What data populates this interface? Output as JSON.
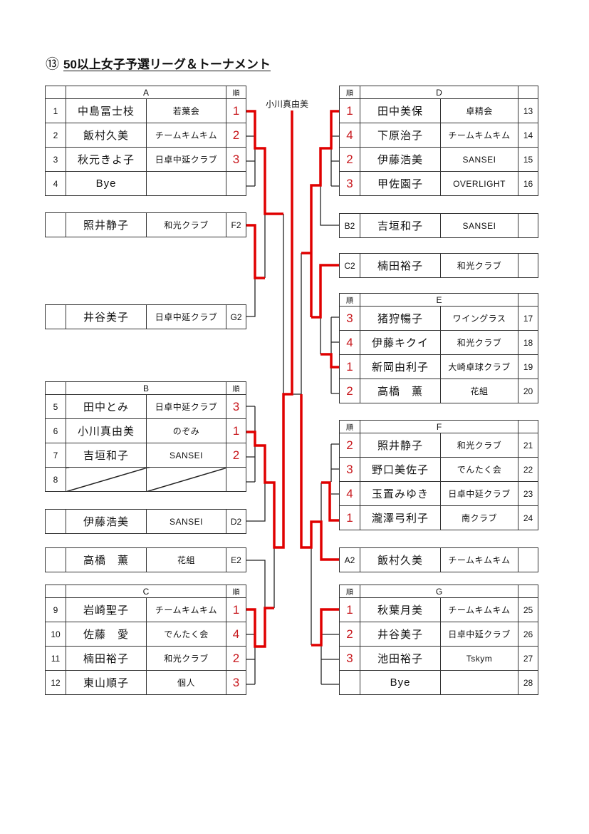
{
  "title": {
    "circle": "⑬",
    "text": "50以上女子予選リーグ＆トーナメント"
  },
  "winner_label": "小川真由美",
  "rank_header": "順",
  "colors": {
    "winner_line": "#e00000",
    "rank_text": "#c8191e",
    "line": "#222222"
  },
  "groups": [
    {
      "id": "A",
      "side": "left",
      "rows": [
        {
          "no": "1",
          "name": "中島冨士枝",
          "club": "若葉会",
          "rank": "1"
        },
        {
          "no": "2",
          "name": "飯村久美",
          "club": "チームキムキム",
          "rank": "2"
        },
        {
          "no": "3",
          "name": "秋元きよ子",
          "club": "日卓中延クラブ",
          "rank": "3"
        },
        {
          "no": "4",
          "name": "Bye",
          "club": "",
          "rank": ""
        }
      ]
    },
    {
      "id": "B",
      "side": "left",
      "rows": [
        {
          "no": "5",
          "name": "田中とみ",
          "club": "日卓中延クラブ",
          "rank": "3"
        },
        {
          "no": "6",
          "name": "小川真由美",
          "club": "のぞみ",
          "rank": "1"
        },
        {
          "no": "7",
          "name": "吉垣和子",
          "club": "SANSEI",
          "rank": "2"
        },
        {
          "no": "8",
          "name": "",
          "club": "",
          "rank": "",
          "slashed": true
        }
      ]
    },
    {
      "id": "C",
      "side": "left",
      "rows": [
        {
          "no": "9",
          "name": "岩崎聖子",
          "club": "チームキムキム",
          "rank": "1"
        },
        {
          "no": "10",
          "name": "佐藤　愛",
          "club": "でんたく会",
          "rank": "4"
        },
        {
          "no": "11",
          "name": "楠田裕子",
          "club": "和光クラブ",
          "rank": "2"
        },
        {
          "no": "12",
          "name": "東山順子",
          "club": "個人",
          "rank": "3"
        }
      ]
    },
    {
      "id": "D",
      "side": "right",
      "rows": [
        {
          "no": "13",
          "name": "田中美保",
          "club": "卓精会",
          "rank": "1"
        },
        {
          "no": "14",
          "name": "下原治子",
          "club": "チームキムキム",
          "rank": "4"
        },
        {
          "no": "15",
          "name": "伊藤浩美",
          "club": "SANSEI",
          "rank": "2"
        },
        {
          "no": "16",
          "name": "甲佐園子",
          "club": "OVERLIGHT",
          "rank": "3"
        }
      ]
    },
    {
      "id": "E",
      "side": "right",
      "rows": [
        {
          "no": "17",
          "name": "猪狩暢子",
          "club": "ワイングラス",
          "rank": "3"
        },
        {
          "no": "18",
          "name": "伊藤キクイ",
          "club": "和光クラブ",
          "rank": "4"
        },
        {
          "no": "19",
          "name": "新岡由利子",
          "club": "大崎卓球クラブ",
          "rank": "1"
        },
        {
          "no": "20",
          "name": "高橋　薫",
          "club": "花組",
          "rank": "2"
        }
      ]
    },
    {
      "id": "F",
      "side": "right",
      "rows": [
        {
          "no": "21",
          "name": "照井静子",
          "club": "和光クラブ",
          "rank": "2"
        },
        {
          "no": "22",
          "name": "野口美佐子",
          "club": "でんたく会",
          "rank": "3"
        },
        {
          "no": "23",
          "name": "玉置みゆき",
          "club": "日卓中延クラブ",
          "rank": "4"
        },
        {
          "no": "24",
          "name": "瀧澤弓利子",
          "club": "南クラブ",
          "rank": "1"
        }
      ]
    },
    {
      "id": "G",
      "side": "right",
      "rows": [
        {
          "no": "25",
          "name": "秋葉月美",
          "club": "チームキムキム",
          "rank": "1"
        },
        {
          "no": "26",
          "name": "井谷美子",
          "club": "日卓中延クラブ",
          "rank": "2"
        },
        {
          "no": "27",
          "name": "池田裕子",
          "club": "Tskym",
          "rank": "3"
        },
        {
          "no": "28",
          "name": "Bye",
          "club": "",
          "rank": ""
        }
      ]
    }
  ],
  "seeds": [
    {
      "seed": "F2",
      "side": "left",
      "name": "照井静子",
      "club": "和光クラブ"
    },
    {
      "seed": "G2",
      "side": "left",
      "name": "井谷美子",
      "club": "日卓中延クラブ"
    },
    {
      "seed": "D2",
      "side": "left",
      "name": "伊藤浩美",
      "club": "SANSEI"
    },
    {
      "seed": "E2",
      "side": "left",
      "name": "高橋　薫",
      "club": "花組"
    },
    {
      "seed": "B2",
      "side": "right",
      "name": "吉垣和子",
      "club": "SANSEI"
    },
    {
      "seed": "C2",
      "side": "right",
      "name": "楠田裕子",
      "club": "和光クラブ"
    },
    {
      "seed": "A2",
      "side": "right",
      "name": "飯村久美",
      "club": "チームキムキム"
    }
  ]
}
